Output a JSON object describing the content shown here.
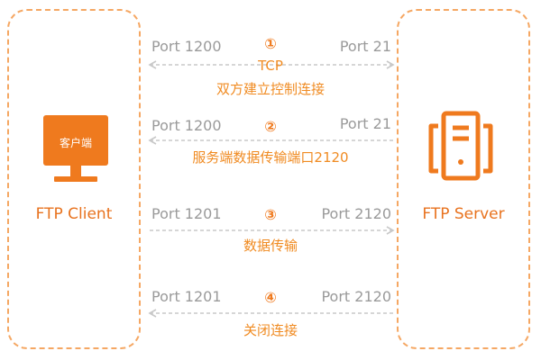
{
  "client": {
    "label": "FTP Client",
    "monitor_text": "客户端",
    "icon": "monitor-icon"
  },
  "server": {
    "label": "FTP Server",
    "icon": "server-icon"
  },
  "steps": [
    {
      "number": "①",
      "left_port": "Port 1200",
      "right_port": "Port 21",
      "captions": [
        "TCP",
        "双方建立控制连接"
      ],
      "direction": "both"
    },
    {
      "number": "②",
      "left_port": "Port 1200",
      "right_port": "Port 21",
      "captions": [
        "服务端数据传输端口2120"
      ],
      "direction": "to-client"
    },
    {
      "number": "③",
      "left_port": "Port 1201",
      "right_port": "Port 2120",
      "captions": [
        "数据传输"
      ],
      "direction": "to-server"
    },
    {
      "number": "④",
      "left_port": "Port 1201",
      "right_port": "Port 2120",
      "captions": [
        "关闭连接"
      ],
      "direction": "to-client"
    }
  ],
  "colors": {
    "accent": "#ef7a1e",
    "panel_border": "#f5a763",
    "port_text": "#9a9a9a",
    "arrow": "#c8c8c8",
    "caption": "#f08b22"
  }
}
